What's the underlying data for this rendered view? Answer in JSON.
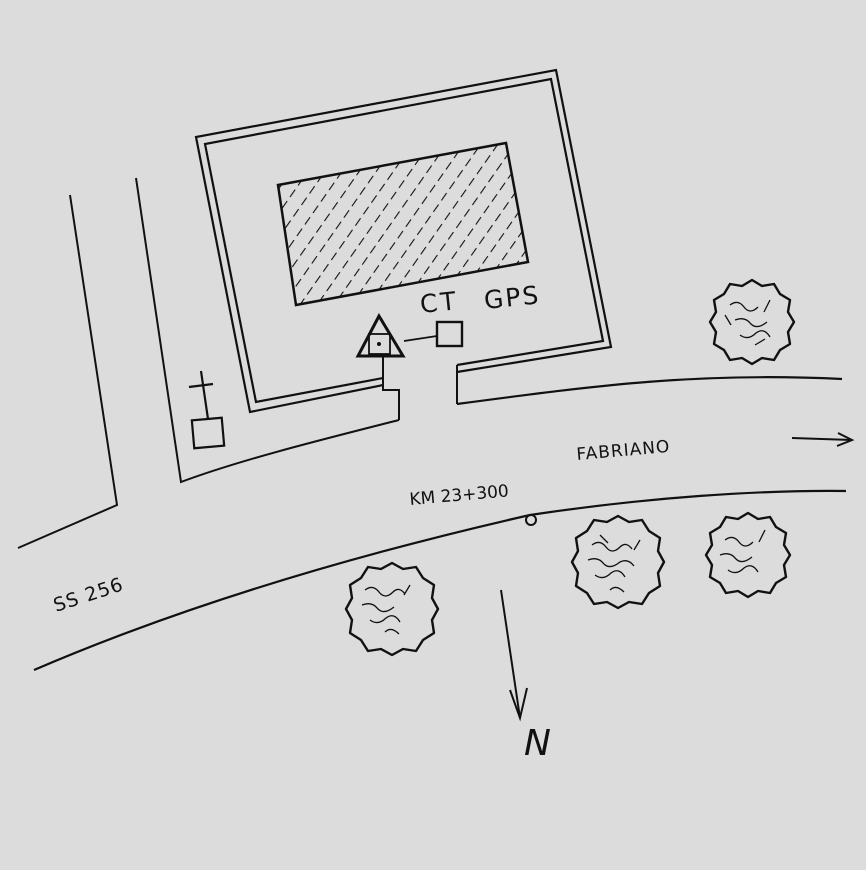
{
  "labels": {
    "ct": "CT",
    "gps": "GPS",
    "fabriano": "FABRIANO",
    "km": "KM 23+300",
    "road": "SS 256",
    "north": "N"
  },
  "icons": {
    "survey_point": "triangle-benchmark-icon",
    "ct_box": "square-marker-icon",
    "cross": "cross-icon",
    "trees": "tree-icon",
    "direction": "arrow-right-icon",
    "north_arrow": "north-arrow-icon"
  },
  "colors": {
    "paper": "#dcdcdc",
    "ink": "#111111"
  }
}
